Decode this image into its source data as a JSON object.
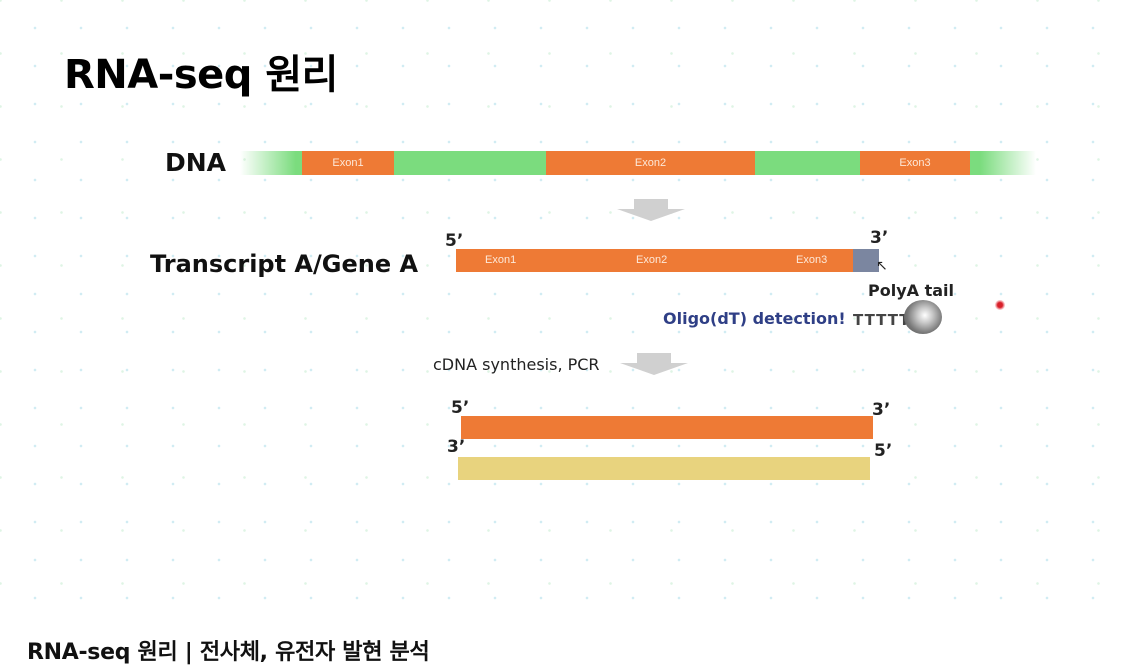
{
  "slide": {
    "title": "RNA-seq 원리",
    "dna": {
      "label": "DNA",
      "exons": [
        "Exon1",
        "Exon2",
        "Exon3"
      ]
    },
    "transcript": {
      "label": "Transcript A/Gene A",
      "five_prime": "5’",
      "three_prime": "3’",
      "exons": [
        "Exon1",
        "Exon2",
        "Exon3"
      ],
      "polya_label": "PolyA tail",
      "pointer": "↖"
    },
    "oligo": {
      "text": "Oligo(dT) detection!",
      "ttttt": "TTTTT"
    },
    "cdna": {
      "label": "cDNA synthesis, PCR",
      "top_left": "5’",
      "top_right": "3’",
      "bottom_left": "3’",
      "bottom_right": "5’"
    }
  },
  "caption": "RNA-seq 원리 | 전사체, 유전자 발현 분석",
  "colors": {
    "exon": "#ee7a35",
    "intron": "#7bdc7e",
    "polya": "#7b86a0",
    "complement_strand": "#e8d37e",
    "oligo_text": "#2f3f86"
  }
}
